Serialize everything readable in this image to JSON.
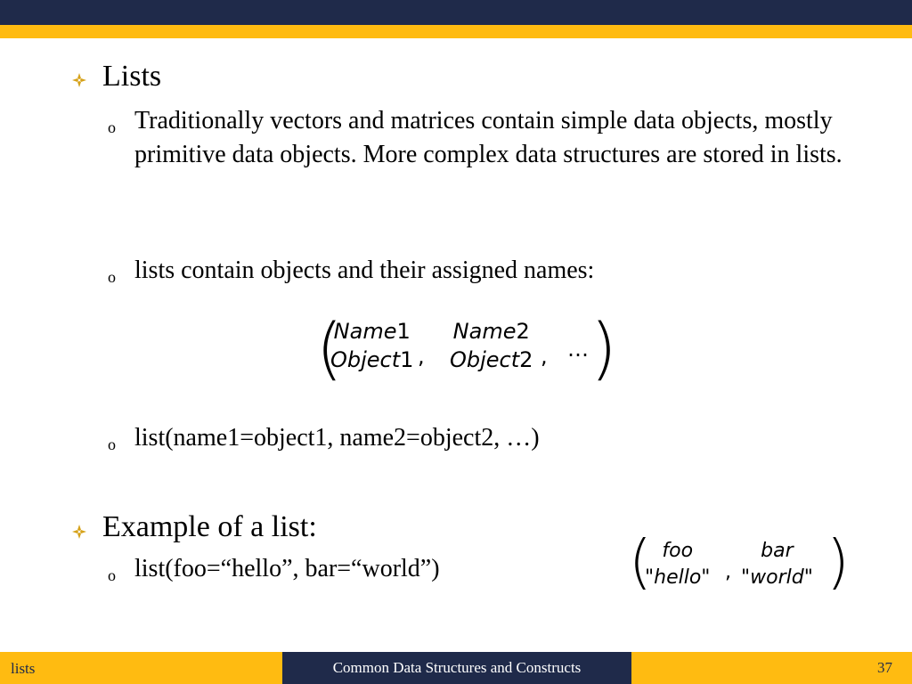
{
  "colors": {
    "header_band": "#1f2a4a",
    "accent": "#ffbb11",
    "bullet_diamond": "#d6a21a",
    "text": "#000000"
  },
  "bullets": [
    {
      "level": 1,
      "icon": "diamond-bullet-icon",
      "text": "Lists"
    },
    {
      "level": 2,
      "icon": "circle-bullet-icon",
      "text": "Traditionally vectors and matrices contain simple data objects, mostly primitive data objects.  More complex data structures are stored in lists."
    },
    {
      "level": 2,
      "icon": "circle-bullet-icon",
      "text": "lists contain objects and their assigned names:"
    },
    {
      "level": 2,
      "icon": "circle-bullet-icon",
      "text": "list(name1=object1, name2=object2, …)"
    },
    {
      "level": 1,
      "icon": "diamond-bullet-icon",
      "text": "Example of a list:"
    },
    {
      "level": 2,
      "icon": "circle-bullet-icon",
      "text": "list(foo=“hello”, bar=“world”)"
    }
  ],
  "formula_general": {
    "pairs": [
      {
        "name": "Name",
        "name_index": "1",
        "object": "Object",
        "object_index": "1"
      },
      {
        "name": "Name",
        "name_index": "2",
        "object": "Object",
        "object_index": "2"
      }
    ],
    "ellipsis": "…"
  },
  "formula_example": {
    "pairs": [
      {
        "name": "foo",
        "object": "\"hello\""
      },
      {
        "name": "bar",
        "object": "\"world\""
      }
    ]
  },
  "footer": {
    "left": "lists",
    "center": "Common Data Structures and Constructs",
    "page_number": "37"
  }
}
